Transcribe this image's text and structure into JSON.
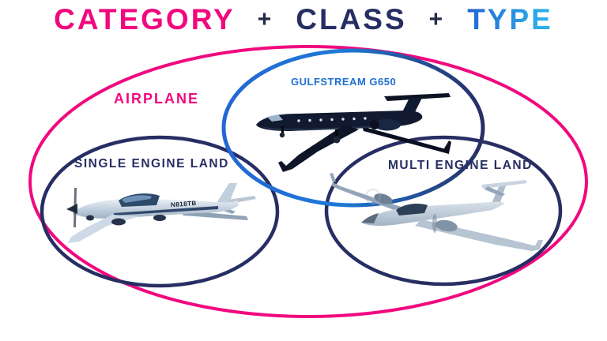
{
  "title": {
    "category": "CATEGORY",
    "plus_1": "+",
    "class_word": "CLASS",
    "plus_2": "+",
    "type_word": "TYPE"
  },
  "colors": {
    "category_pink": "#F1087E",
    "class_navy": "#272E63",
    "plus_dark": "#232945",
    "type_label_blue": "#1D6FD0",
    "type_gradient_start": "#2366D4",
    "type_gradient_end": "#2CB9EC",
    "type_ellipse_blue": "#1E7AD6"
  },
  "venn": {
    "category_label": "AIRPLANE",
    "type_label": "GULFSTREAM G650",
    "class_single_label": "SINGLE ENGINE LAND",
    "class_multi_label": "MULTI ENGINE LAND"
  },
  "aircraft": {
    "single_engine_registration": "N818TB"
  }
}
